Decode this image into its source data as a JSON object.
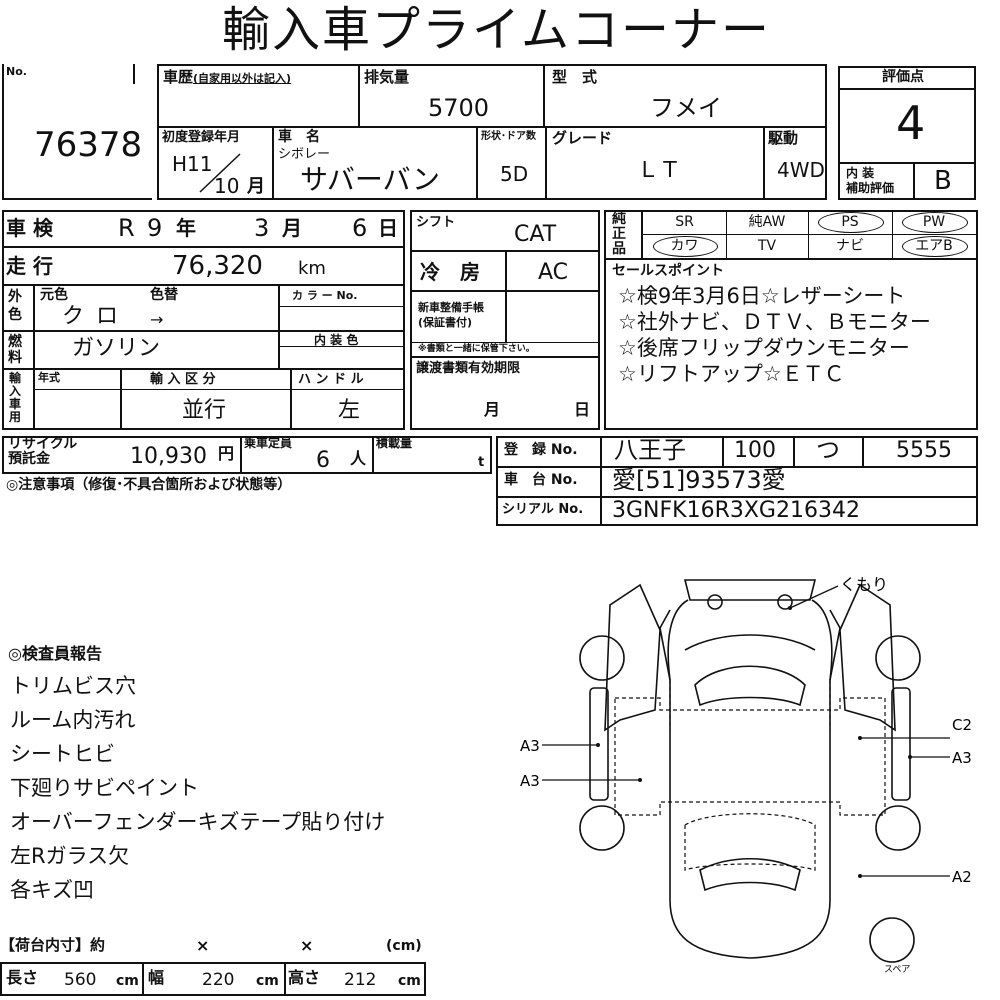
{
  "title": "輸入車プライムコーナー",
  "lot": {
    "label": "No.",
    "number": "76378"
  },
  "history": {
    "label": "車歴",
    "note": "(自家用以外は記入)"
  },
  "displacement": {
    "label": "排気量",
    "value": "5700"
  },
  "model": {
    "label": "型　式",
    "value": "フメイ"
  },
  "score": {
    "label": "評価点",
    "value": "4",
    "interior_label": "内 装\n補助評価",
    "interior_value": "B"
  },
  "first_reg": {
    "label": "初度登録年月",
    "era": "H11",
    "month": "10",
    "unit": "月"
  },
  "car_name": {
    "label": "車　名",
    "maker": "シボレー",
    "value": "サバーバン"
  },
  "doors": {
    "label": "形状･ドア数",
    "value": "5D"
  },
  "grade": {
    "label": "グレード",
    "value": "ＬＴ"
  },
  "drive": {
    "label": "駆動",
    "value": "4WD"
  },
  "inspection": {
    "label": "車 検",
    "era": "R",
    "year": "9",
    "y": "年",
    "month": "3",
    "m": "月",
    "day": "6",
    "d": "日"
  },
  "shift": {
    "label": "シフト",
    "value": "CAT"
  },
  "equipment": {
    "label": "純正品",
    "items": [
      "SR",
      "純AW",
      "PS",
      "PW",
      "カワ",
      "TV",
      "ナビ",
      "エアB"
    ]
  },
  "mileage": {
    "label": "走 行",
    "value": "76,320",
    "unit": "km"
  },
  "ac": {
    "label": "冷　房",
    "value": "AC"
  },
  "sales_points": {
    "label": "セールスポイント",
    "lines": [
      "☆検9年3月6日☆レザーシート",
      "☆社外ナビ、ＤＴＶ、Ｂモニター",
      "☆後席フリップダウンモニター",
      "☆リフトアップ☆ＥＴＣ"
    ]
  },
  "color": {
    "label": "外色",
    "orig_label": "元色",
    "orig": "クロ",
    "change_label": "色替",
    "arrow": "→",
    "code_label": "カ ラ ー No."
  },
  "warranty": {
    "label": "新車整備手帳\n(保証書付)",
    "note": "※書類と一緒に保管下さい。"
  },
  "fuel": {
    "label": "燃料",
    "value": "ガソリン",
    "interior_label": "内 装 色"
  },
  "import": {
    "label": "輸入車用",
    "year_label": "年式",
    "type_label": "輸 入 区 分",
    "type_value": "並行",
    "handle_label": "ハ ン ド ル",
    "handle_value": "左"
  },
  "transfer": {
    "label": "譲渡書類有効期限",
    "m": "月",
    "d": "日"
  },
  "recycle": {
    "label": "リサイクル\n預託金",
    "value": "10,930",
    "unit": "円"
  },
  "capacity": {
    "label": "乗車定員",
    "value": "6",
    "unit": "人"
  },
  "load": {
    "label": "積載量",
    "unit": "t"
  },
  "notes_heading": "◎注意事項（修復･不具合箇所および状態等）",
  "registration": {
    "label": "登　録 No.",
    "place": "八王子",
    "class": "100",
    "kana": "つ",
    "number": "5555"
  },
  "chassis": {
    "label": "車　台 No.",
    "value": "愛[51]93573愛"
  },
  "serial": {
    "label": "シリアル No.",
    "value": "3GNFK16R3XG216342"
  },
  "inspector": {
    "heading": "◎検査員報告",
    "lines": [
      "トリムビス穴",
      "ルーム内汚れ",
      "シートヒビ",
      "下廻りサビペイント",
      "オーバーフェンダーキズテープ貼り付け",
      "左Rガラス欠",
      "各キズ凹"
    ]
  },
  "cargo": {
    "heading": "【荷台内寸】約",
    "x1": "×",
    "x2": "×",
    "unit_paren": "(cm)",
    "length_label": "長さ",
    "length": "560",
    "width_label": "幅",
    "width": "220",
    "height_label": "高さ",
    "height": "212",
    "unit": "cm"
  },
  "diagram": {
    "labels": [
      "くもり",
      "C2",
      "A3",
      "A3",
      "A3",
      "A2"
    ],
    "spare": "スペア"
  }
}
